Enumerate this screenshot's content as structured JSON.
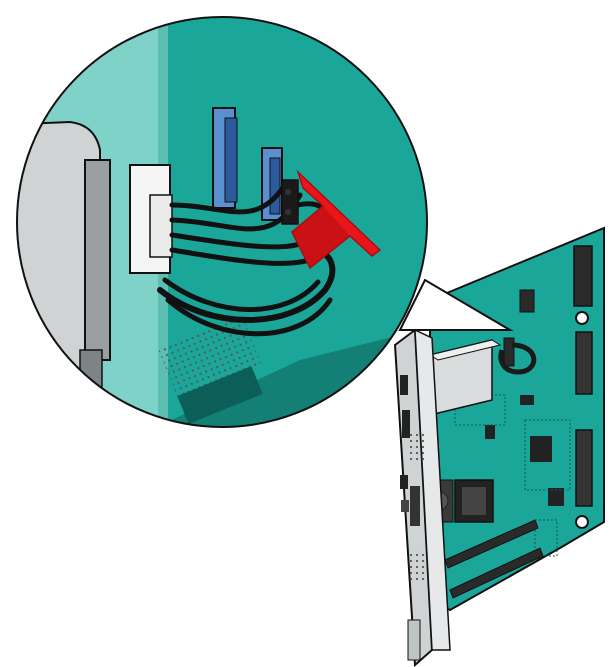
{
  "illustration": {
    "colors": {
      "board_green": "#1aa79a",
      "board_green_dark": "#0f7d74",
      "board_green_light": "#6fd0c4",
      "panel_gray": "#cfd3d4",
      "panel_gray_dark": "#9aa0a2",
      "connector_blue": "#5a8fd0",
      "connector_blue_dark": "#2c5a9c",
      "cable_black": "#1a1a1a",
      "arrow_red": "#e8151a",
      "arrow_red_dark": "#a80d10",
      "outline": "#111111",
      "white": "#ffffff"
    },
    "icons": [
      "controller-board",
      "metal-bracket",
      "zoom-callout",
      "ribbon-cable",
      "board-connector",
      "insert-arrow"
    ]
  }
}
